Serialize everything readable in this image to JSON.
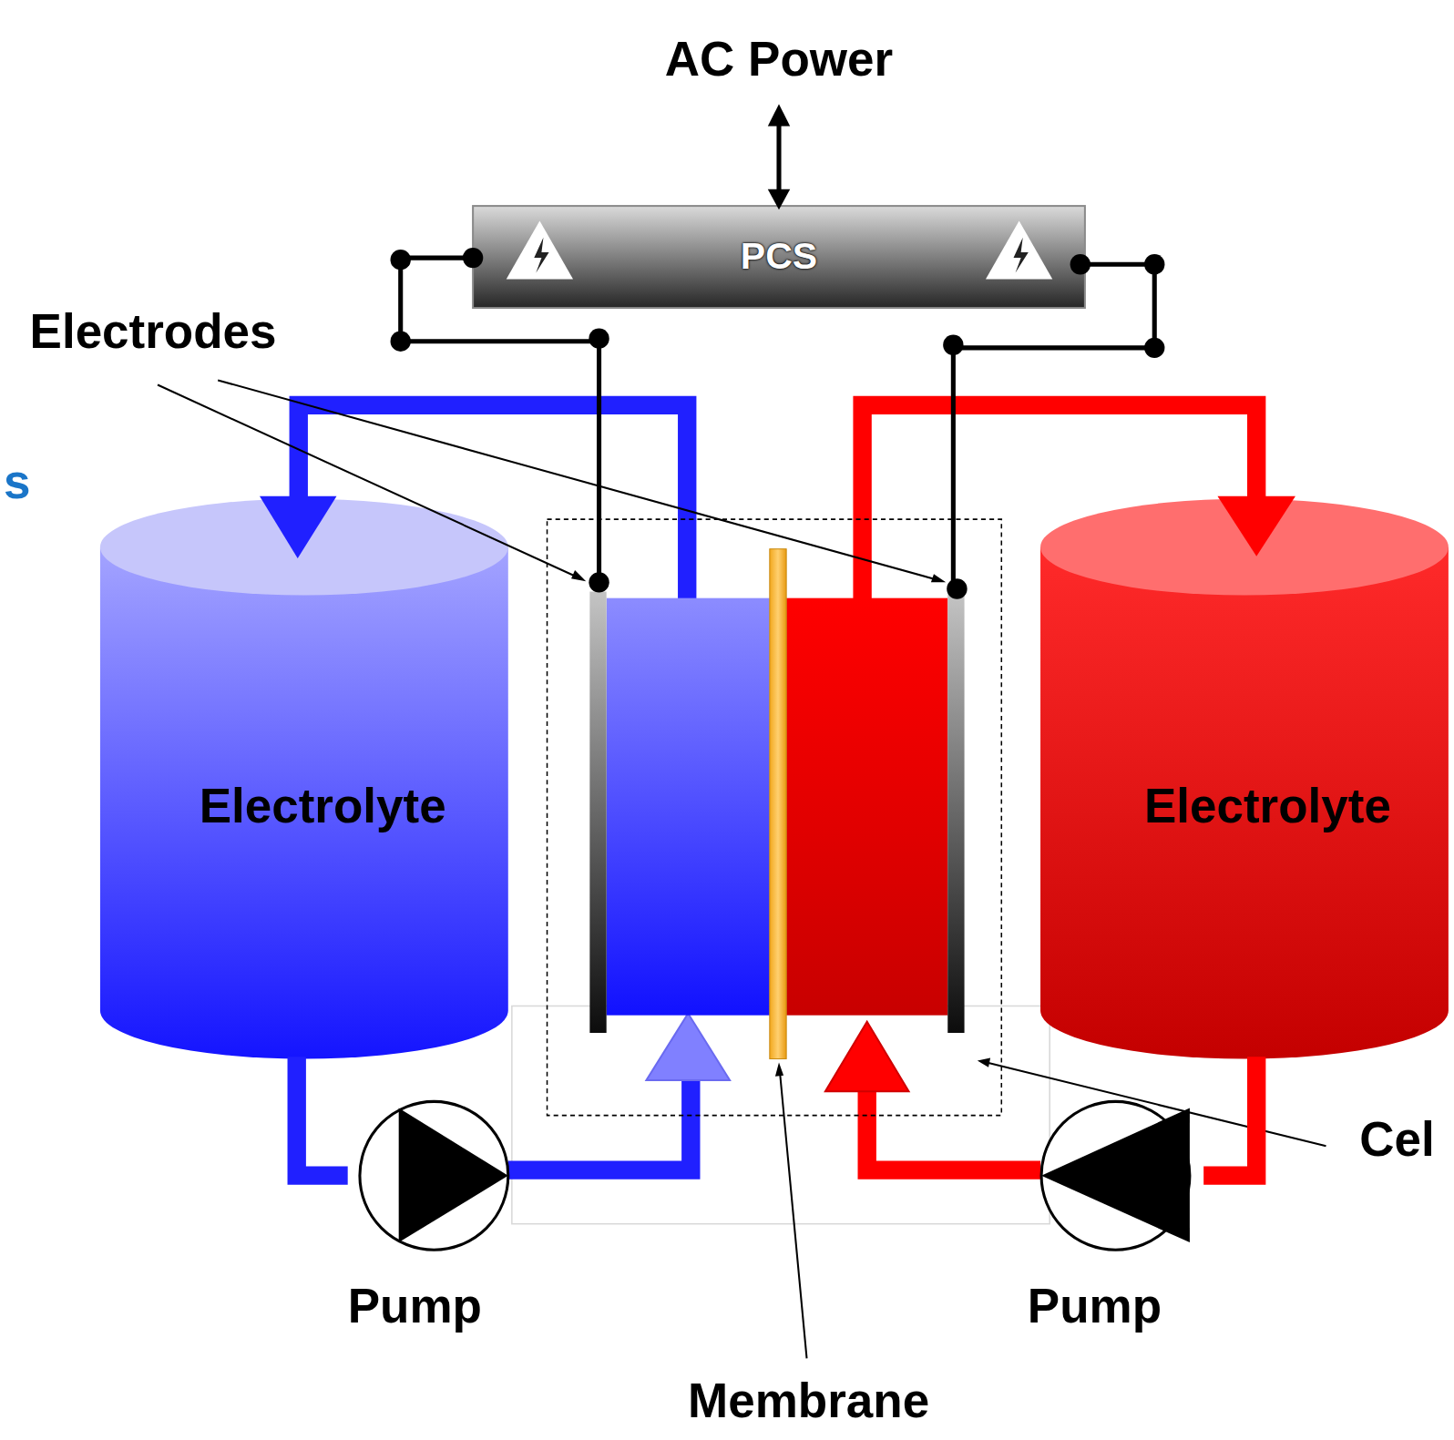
{
  "diagram": {
    "nodes": [
      {
        "text": [
          "PCS"
        ]
      },
      {
        "text": [
          "Electrolyte"
        ]
      },
      {
        "text": [
          "Electrolyte"
        ]
      },
      {
        "text": [
          "Pump"
        ]
      },
      {
        "text": [
          "Pump"
        ]
      }
    ],
    "edges": [
      {
        "from": 1,
        "to": 3,
        "arrow": "none"
      },
      {
        "from": 2,
        "to": 4,
        "arrow": "none"
      }
    ],
    "labels": [
      "AC Power",
      "Electrodes",
      "Membrane",
      "Cel",
      "s"
    ]
  }
}
